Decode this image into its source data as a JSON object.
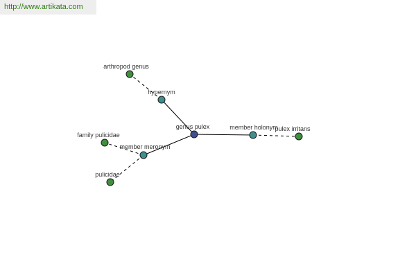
{
  "header": {
    "url": "http://www.artikata.com"
  },
  "colors": {
    "center": "#3f4f8f",
    "relation": "#3f8f8f",
    "leaf": "#3f8f3f",
    "edge": "#000000",
    "url_text": "#2e7d10"
  },
  "graph": {
    "nodes": [
      {
        "id": "genus-pulex",
        "label": "genus pulex",
        "kind": "center"
      },
      {
        "id": "hypernym",
        "label": "hypernym",
        "kind": "relation"
      },
      {
        "id": "member-meronym",
        "label": "member meronym",
        "kind": "relation"
      },
      {
        "id": "member-holonym",
        "label": "member holonym",
        "kind": "relation"
      },
      {
        "id": "arthropod-genus",
        "label": "arthropod genus",
        "kind": "leaf"
      },
      {
        "id": "family-pulicidae",
        "label": "family pulicidae",
        "kind": "leaf"
      },
      {
        "id": "pulicidae",
        "label": "pulicidae",
        "kind": "leaf"
      },
      {
        "id": "pulex-irritans",
        "label": "pulex irritans",
        "kind": "leaf"
      }
    ],
    "edges": [
      {
        "from": "genus-pulex",
        "to": "hypernym",
        "style": "solid"
      },
      {
        "from": "genus-pulex",
        "to": "member-meronym",
        "style": "solid"
      },
      {
        "from": "genus-pulex",
        "to": "member-holonym",
        "style": "solid"
      },
      {
        "from": "hypernym",
        "to": "arthropod-genus",
        "style": "dashed"
      },
      {
        "from": "member-meronym",
        "to": "family-pulicidae",
        "style": "dashed"
      },
      {
        "from": "member-meronym",
        "to": "pulicidae",
        "style": "dashed"
      },
      {
        "from": "member-holonym",
        "to": "pulex-irritans",
        "style": "dashed"
      }
    ]
  }
}
